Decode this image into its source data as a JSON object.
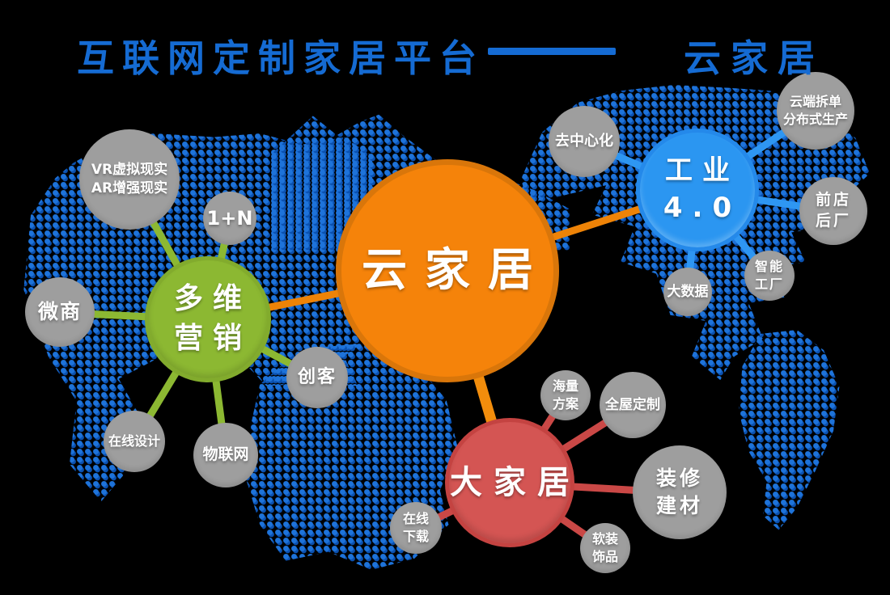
{
  "title": {
    "left": "互联网定制家居平台",
    "right": "云家居"
  },
  "colors": {
    "background": "#000000",
    "title_blue": "#156bd3",
    "hub_orange": "#f5830a",
    "hub_blue": "#2b96f1",
    "hub_green": "#8cb832",
    "hub_red": "#d45553",
    "satellite_gray": "#9e9e9e",
    "map_dot_blue": "#1e73da"
  },
  "nodes": {
    "center": {
      "line1": "云家居"
    },
    "industry": {
      "line1": "工业",
      "line2": "4.0"
    },
    "marketing": {
      "line1": "多维",
      "line2": "营销"
    },
    "bighome": {
      "line1": "大家居"
    },
    "vr_ar": {
      "line1": "VR虚拟现实",
      "line2": "AR增强现实"
    },
    "one_plus_n": {
      "line1": "1+N"
    },
    "weishang": {
      "line1": "微商"
    },
    "chuangke": {
      "line1": "创客"
    },
    "online_design": {
      "line1": "在线设计"
    },
    "iot": {
      "line1": "物联网"
    },
    "decentralization": {
      "line1": "去中心化"
    },
    "cloud_split": {
      "line1": "云端拆单",
      "line2": "分布式生产"
    },
    "front_store": {
      "line1": "前店",
      "line2": "后厂"
    },
    "smart_factory": {
      "line1": "智能",
      "line2": "工厂"
    },
    "big_data": {
      "line1": "大数据"
    },
    "massive_plans": {
      "line1": "海量",
      "line2": "方案"
    },
    "whole_house": {
      "line1": "全屋定制"
    },
    "decoration_materials": {
      "line1": "装修",
      "line2": "建材"
    },
    "soft_decor": {
      "line1": "软装",
      "line2": "饰品"
    },
    "online_download": {
      "line1": "在线",
      "line2": "下载"
    }
  }
}
